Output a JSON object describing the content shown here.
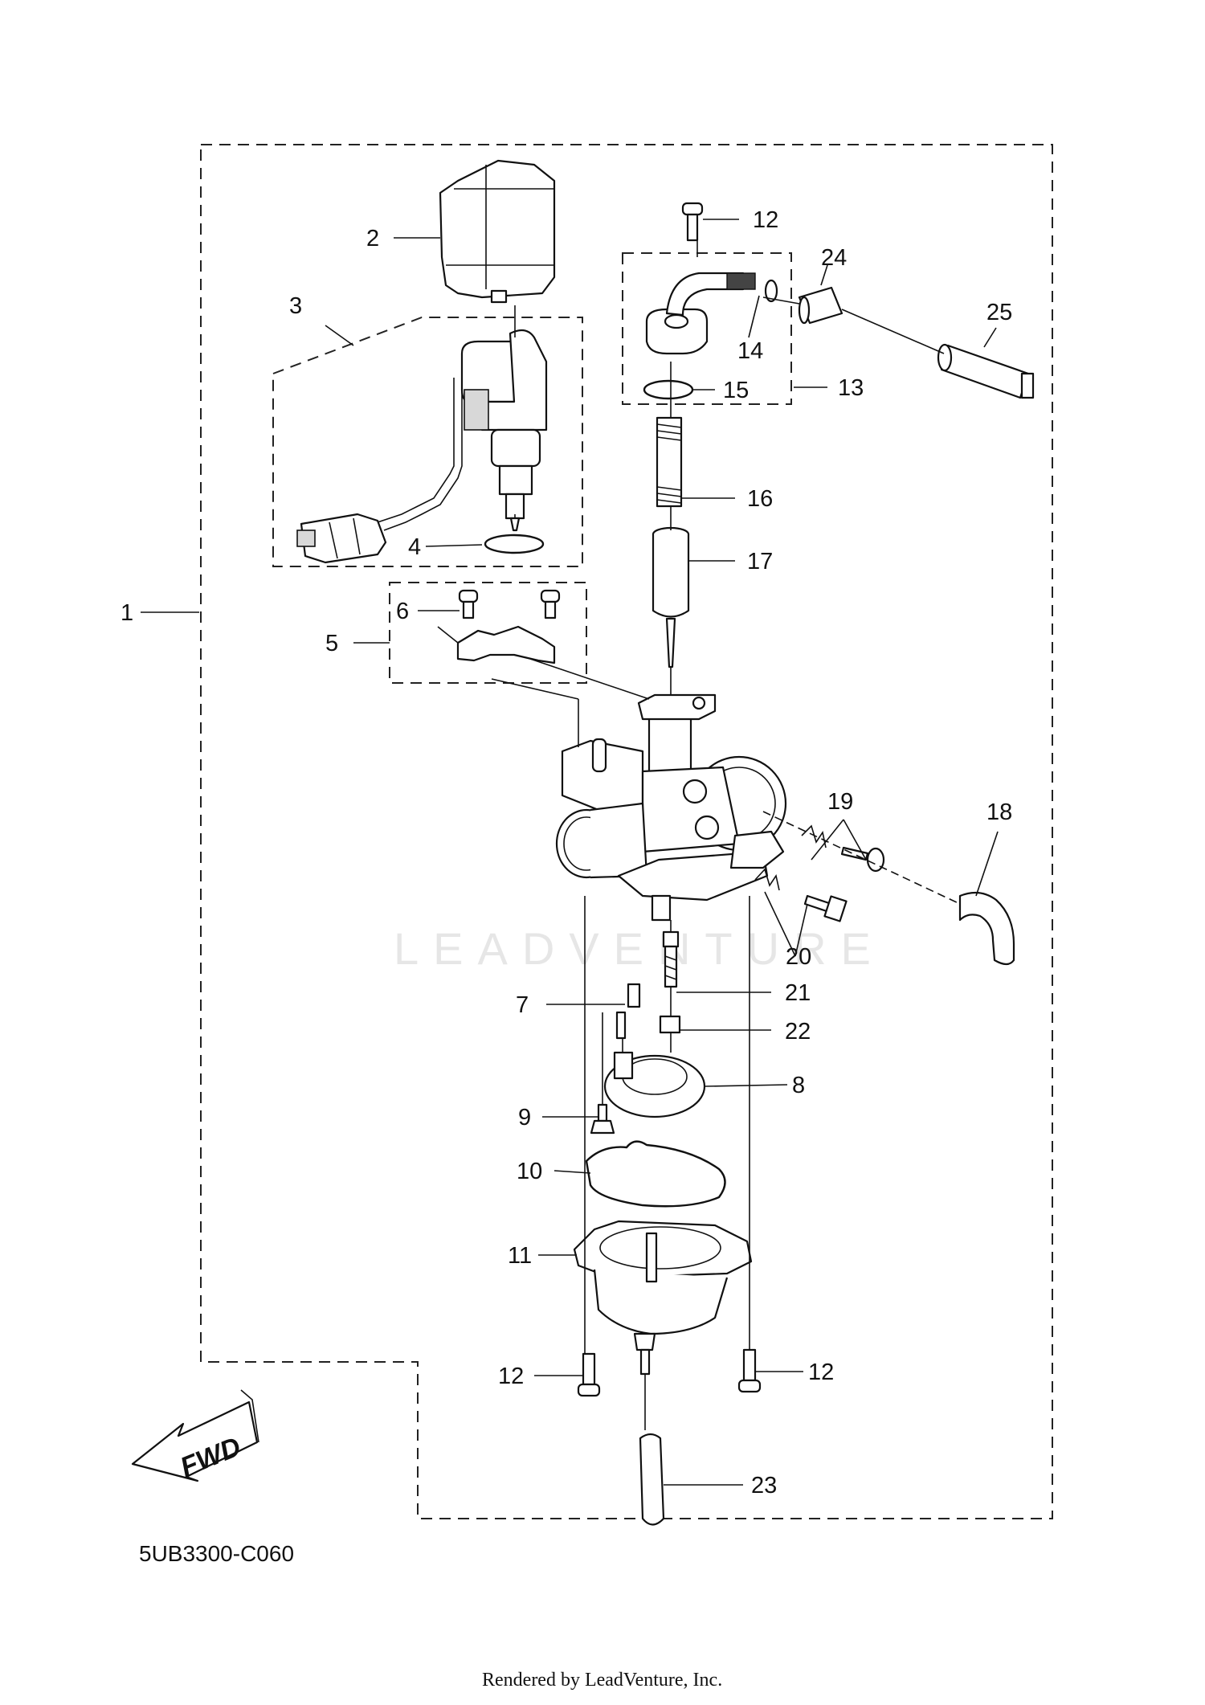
{
  "diagram": {
    "part_code": "5UB3300-C060",
    "footer": "Rendered by LeadVenture, Inc.",
    "watermark": "LEADVENTURE",
    "direction_label": "FWD",
    "callouts": [
      "1",
      "2",
      "3",
      "4",
      "5",
      "6",
      "7",
      "8",
      "9",
      "10",
      "11",
      "12",
      "12",
      "12",
      "13",
      "14",
      "15",
      "16",
      "17",
      "18",
      "19",
      "20",
      "21",
      "22",
      "23",
      "24",
      "25"
    ]
  }
}
